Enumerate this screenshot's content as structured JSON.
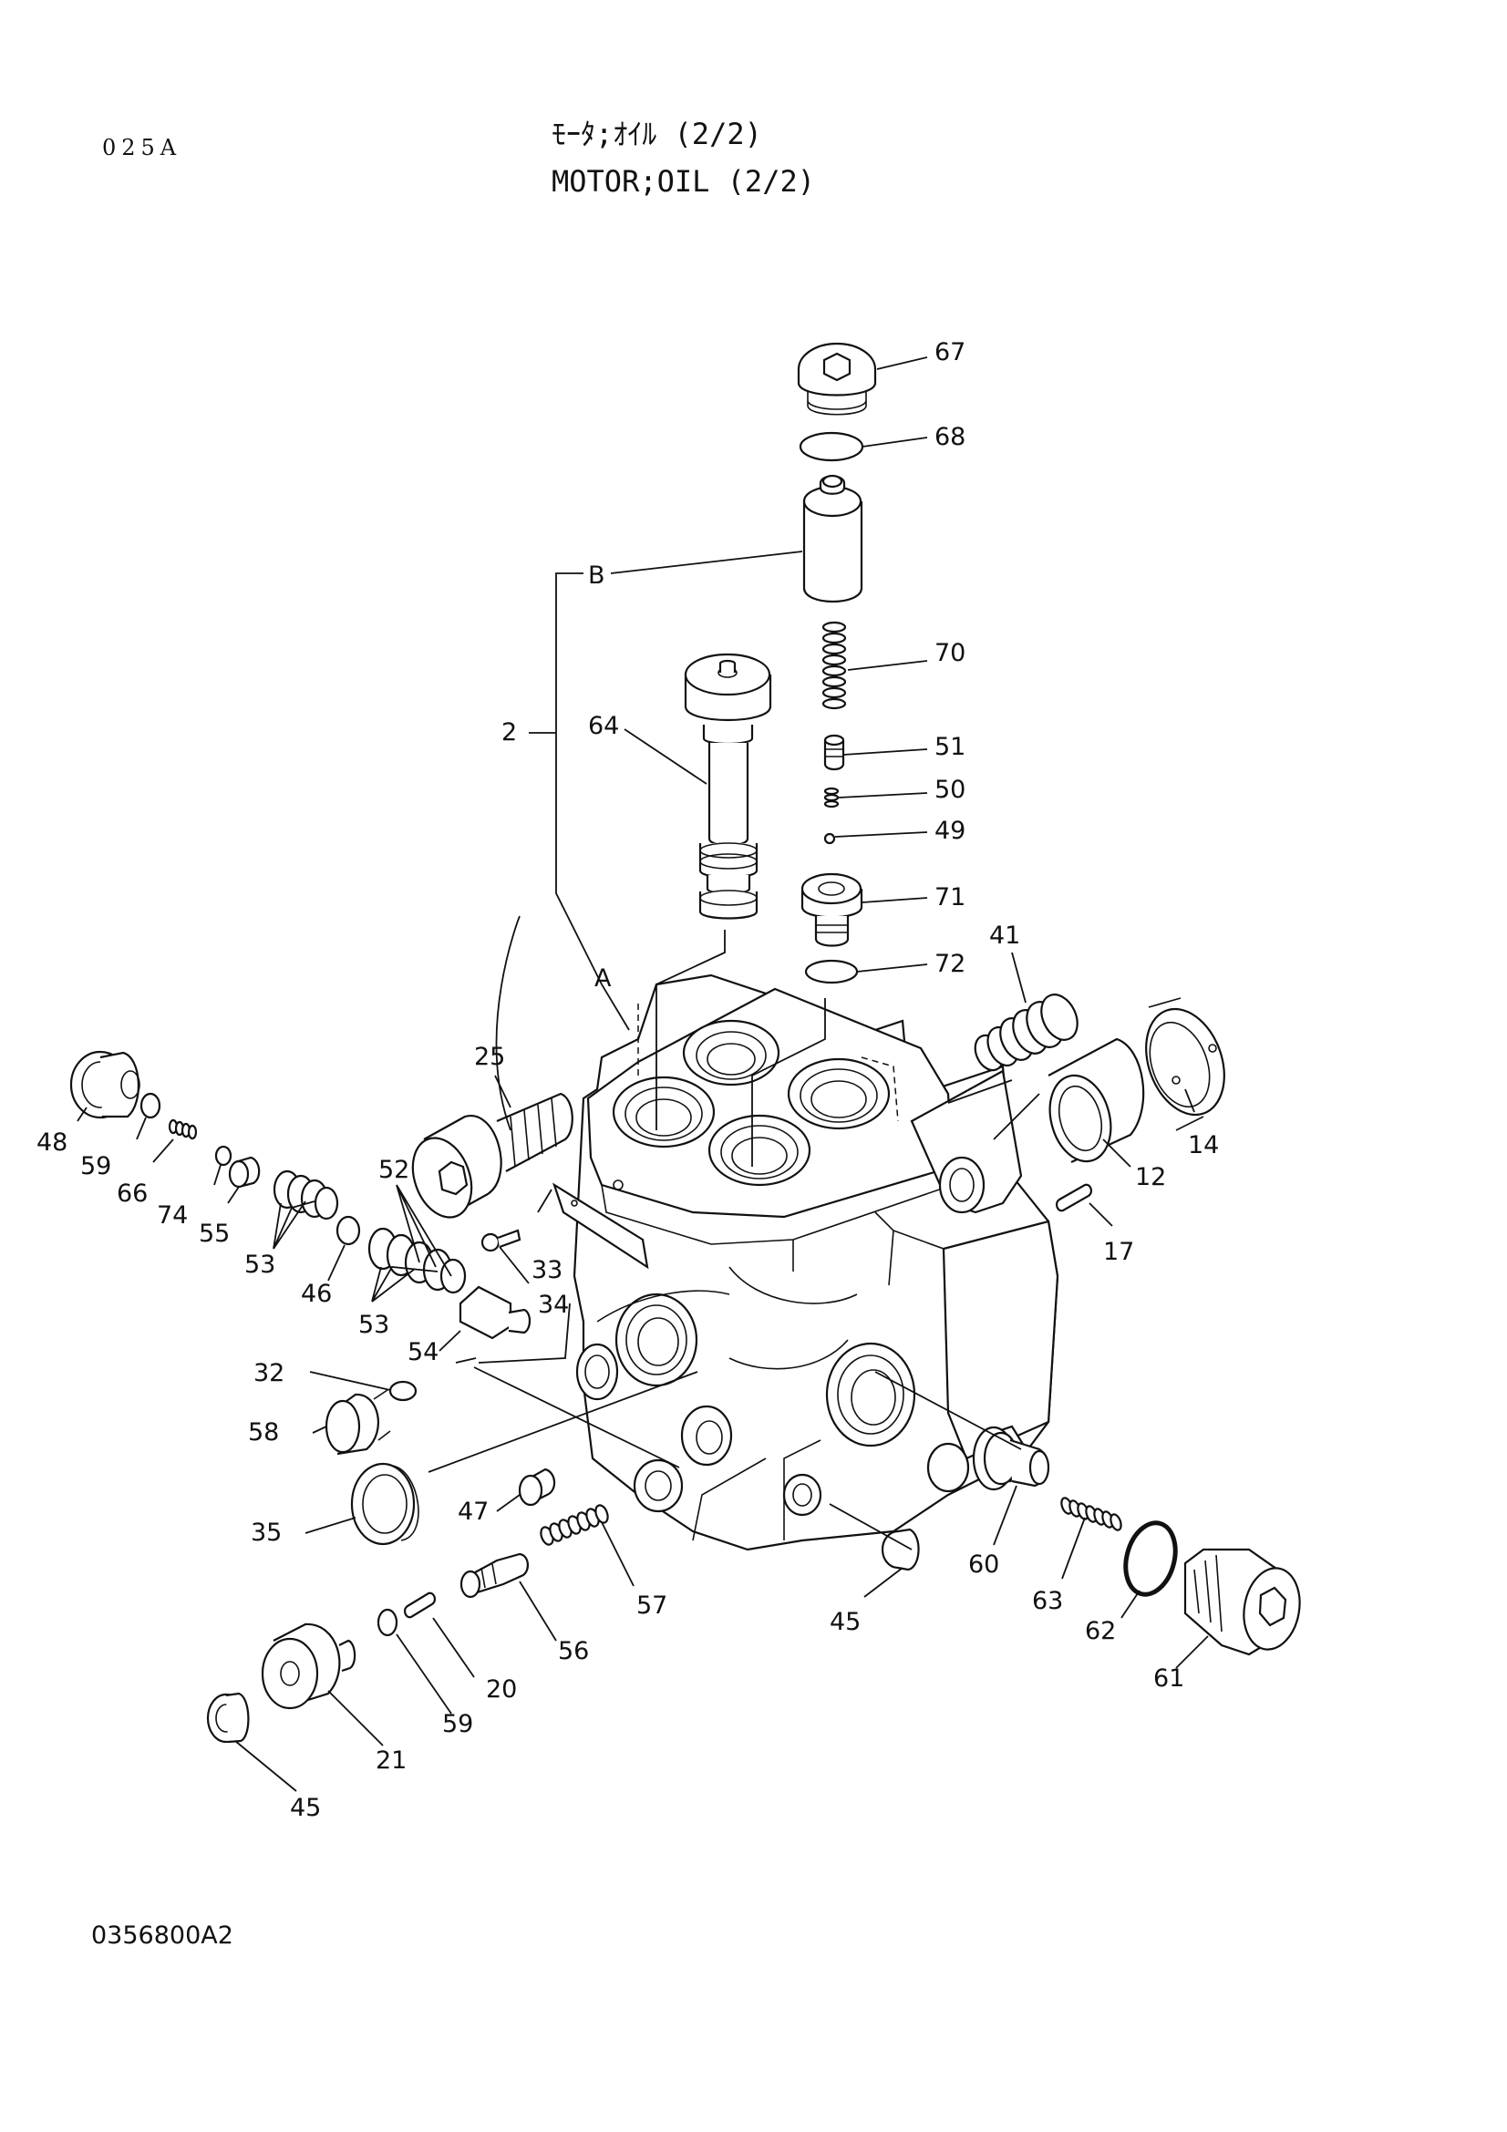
{
  "header": {
    "page_code": "025A",
    "title_jp": "ﾓｰﾀ;ｵｲﾙ (2/2)",
    "title_en": "MOTOR;OIL (2/2)"
  },
  "footer": {
    "drawing_number": "0356800A2"
  },
  "group_labels": [
    "B",
    "A",
    "2"
  ],
  "part_labels": [
    "67",
    "68",
    "70",
    "51",
    "50",
    "49",
    "71",
    "72",
    "64",
    "41",
    "14",
    "12",
    "17",
    "25",
    "48",
    "59",
    "66",
    "74",
    "55",
    "53",
    "46",
    "52",
    "53",
    "33",
    "34",
    "54",
    "32",
    "58",
    "35",
    "47",
    "57",
    "56",
    "45",
    "60",
    "63",
    "62",
    "61",
    "20",
    "59",
    "21",
    "45"
  ]
}
